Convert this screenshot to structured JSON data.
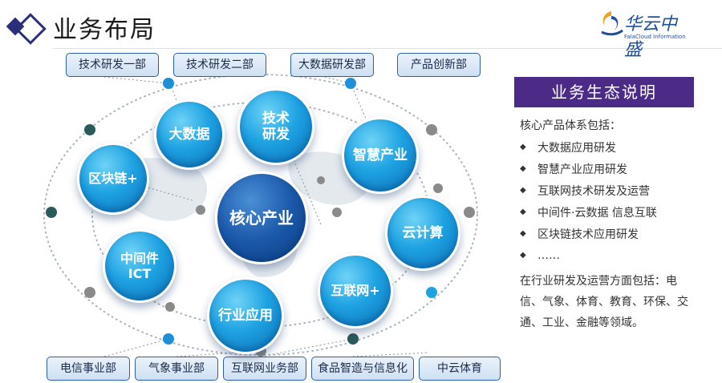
{
  "header": {
    "title": "业务布局",
    "logo_cn": "华云中盛",
    "logo_en": "FalaCloud Information"
  },
  "top_departments": [
    "技术研发一部",
    "技术研发二部",
    "大数据研发部",
    "产品创新部"
  ],
  "bottom_departments": [
    "电信事业部",
    "气象事业部",
    "互联网业务部",
    "食品智造与信息化",
    "中云体育"
  ],
  "core": "核心产业",
  "bubbles": [
    {
      "key": "bigdata",
      "label": "大数据"
    },
    {
      "key": "rnd",
      "label": "技术\n研发"
    },
    {
      "key": "smart",
      "label": "智慧产业"
    },
    {
      "key": "blockchain",
      "label": "区块链+"
    },
    {
      "key": "cloud",
      "label": "云计算"
    },
    {
      "key": "ict",
      "label": "中间件\nICT"
    },
    {
      "key": "internet",
      "label": "互联网+"
    },
    {
      "key": "industry",
      "label": "行业应用"
    }
  ],
  "panel": {
    "title": "业务生态说明",
    "intro": "核心产品体系包括：",
    "items": [
      "大数据应用研发",
      "智慧产业应用研发",
      "互联网技术研发及运营",
      "中间件·云数据 信息互联",
      "区块链技术应用研发",
      "……"
    ],
    "para": "在行业研发及运营方面包括：电信、气象、体育、教育、环保、交通、工业、金融等领域。"
  },
  "colors": {
    "accent_purple": "#4b2b86",
    "bubble_blue": "#1ea2e2",
    "core_blue": "#1a58a9",
    "title_diamond": "#2a2f7a"
  }
}
